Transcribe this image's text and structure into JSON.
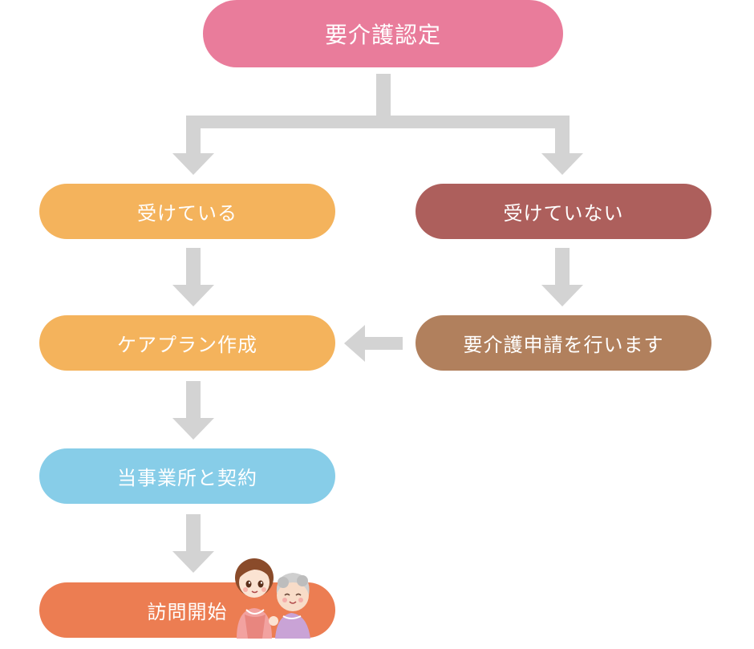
{
  "colors": {
    "arrow": "#d3d3d3",
    "top": "#e97c9b",
    "receiving": "#f4b35c",
    "not_receiving": "#ad5f5c",
    "careplan": "#f4b35c",
    "apply": "#b1805d",
    "contract": "#87cde8",
    "visit": "#ec7d52"
  },
  "nodes": {
    "top": "要介護認定",
    "receiving": "受けている",
    "not_receiving": "受けていない",
    "careplan": "ケアプラン作成",
    "apply": "要介護申請を行います",
    "contract": "当事業所と契約",
    "visit": "訪問開始"
  },
  "illustration": {
    "name": "caregiver-with-elderly-person-illustration"
  }
}
